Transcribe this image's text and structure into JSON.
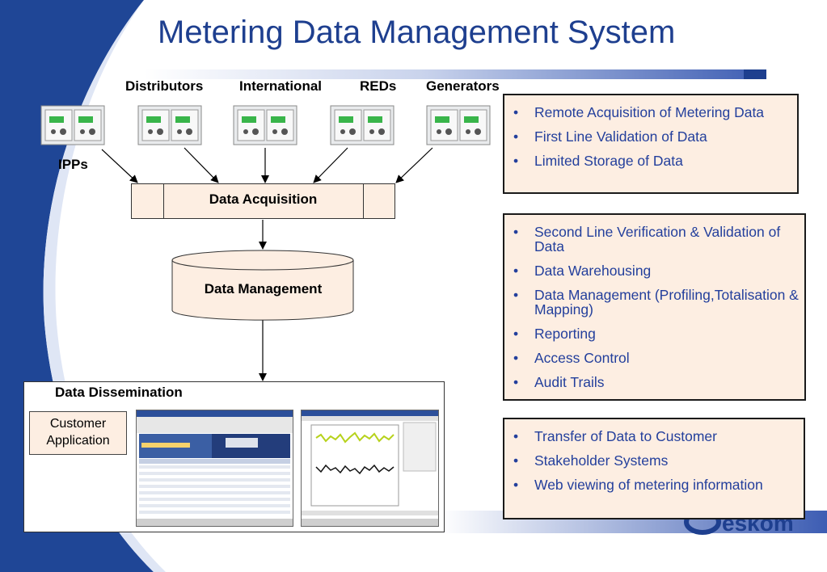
{
  "title": "Metering Data Management System",
  "sources": {
    "distributors": "Distributors",
    "international": "International",
    "reds": "REDs",
    "generators": "Generators",
    "ipps": "IPPs"
  },
  "nodes": {
    "acquisition": "Data Acquisition",
    "management": "Data Management",
    "dissemination": "Data Dissemination",
    "customer_application": "Customer Application"
  },
  "panels": {
    "acquisition": [
      "Remote Acquisition of Metering Data",
      "First Line Validation of Data",
      "Limited Storage of Data"
    ],
    "management": [
      "Second Line Verification & Validation of Data",
      "Data Warehousing",
      "Data Management (Profiling,Totalisation & Mapping)",
      "Reporting",
      "Access Control",
      "Audit Trails"
    ],
    "dissemination": [
      "Transfer of Data to Customer",
      "Stakeholder Systems",
      "Web viewing of metering information"
    ]
  },
  "colors": {
    "title_blue": "#1e3f8f",
    "bullet_blue": "#233f9c",
    "box_fill": "#fdeee2",
    "swoosh_blue": "#1f4696"
  },
  "logo": "Eskom"
}
